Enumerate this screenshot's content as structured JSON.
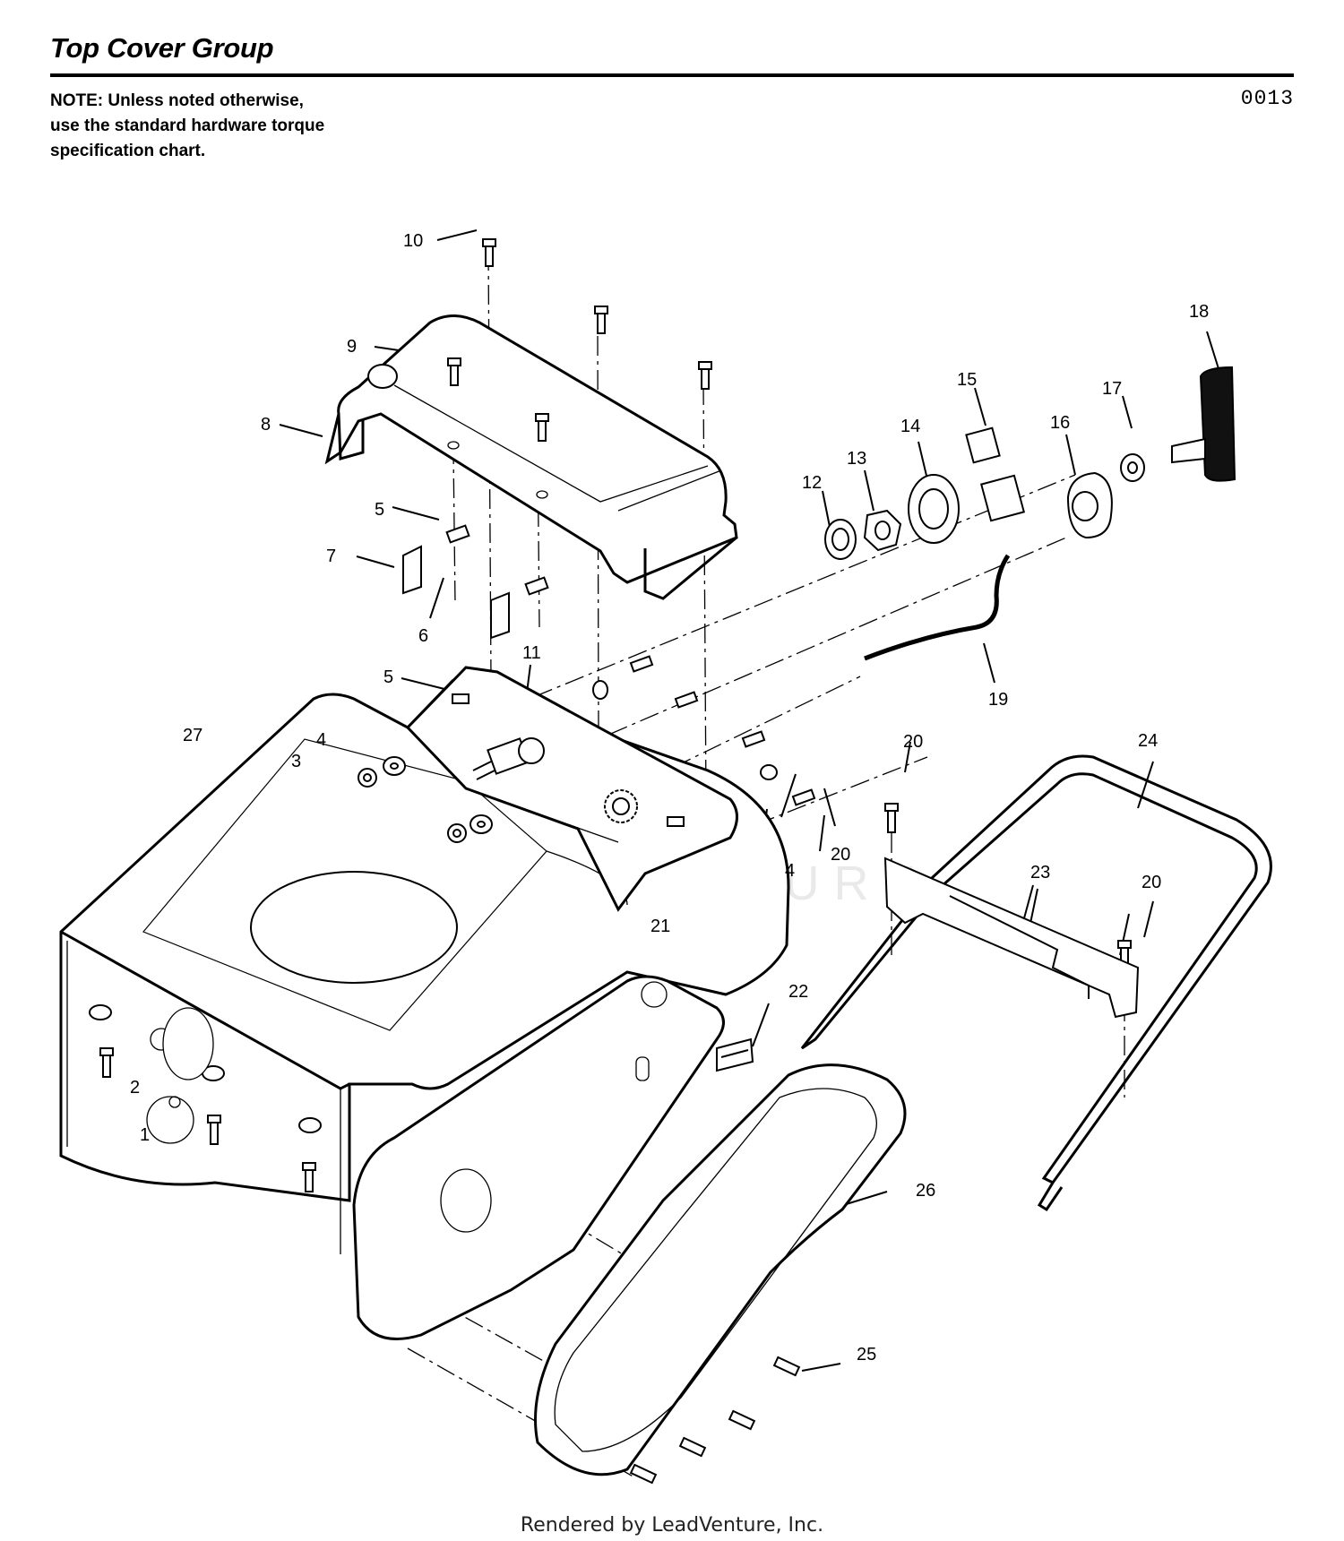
{
  "header": {
    "title": "Top Cover Group",
    "note_lines": [
      "NOTE: Unless noted otherwise,",
      "use the standard hardware torque",
      "specification chart."
    ],
    "diagram_id": "0013"
  },
  "callouts": [
    "1",
    "2",
    "3",
    "4",
    "4",
    "5",
    "5",
    "6",
    "7",
    "8",
    "9",
    "10",
    "11",
    "12",
    "13",
    "14",
    "15",
    "16",
    "17",
    "18",
    "19",
    "20",
    "20",
    "20",
    "21",
    "22",
    "23",
    "24",
    "25",
    "26",
    "27"
  ],
  "watermark": "LEADVENTURE",
  "footer": "Rendered by LeadVenture, Inc."
}
